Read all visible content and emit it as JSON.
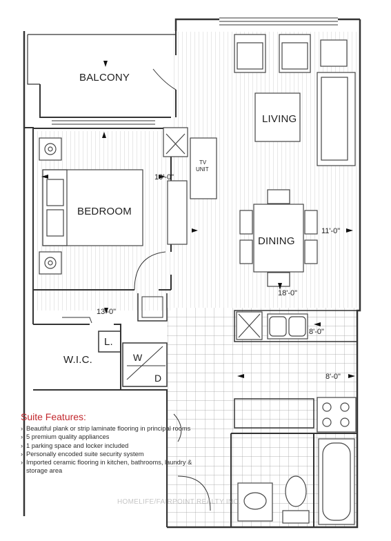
{
  "rooms": {
    "balcony": "BALCONY",
    "living": "LIVING",
    "bedroom": "BEDROOM",
    "dining": "DINING",
    "wic": "W.I.C.",
    "linen": "L.",
    "washer": "W",
    "dryer": "D",
    "tv_unit_line1": "TV",
    "tv_unit_line2": "UNIT"
  },
  "dimensions": {
    "bedroom_width": "10'-0\"",
    "dining_width": "11'-0\"",
    "living_length": "18'-0\"",
    "bedroom_length": "13'-0\"",
    "kitchen_width": "8'-0\"",
    "kitchen_length": "8'-0\""
  },
  "suite_features": {
    "title": "Suite Features:",
    "items": [
      "Beautiful plank or strip laminate flooring in principal rooms",
      "5 premium quality appliances",
      "1 parking space and locker included",
      "Personally encoded suite security system",
      "Imported ceramic flooring in kitchen, bathrooms, laundry & storage area"
    ]
  },
  "watermark": "HOMELIFE/FAIRPOINT REALTY INC."
}
